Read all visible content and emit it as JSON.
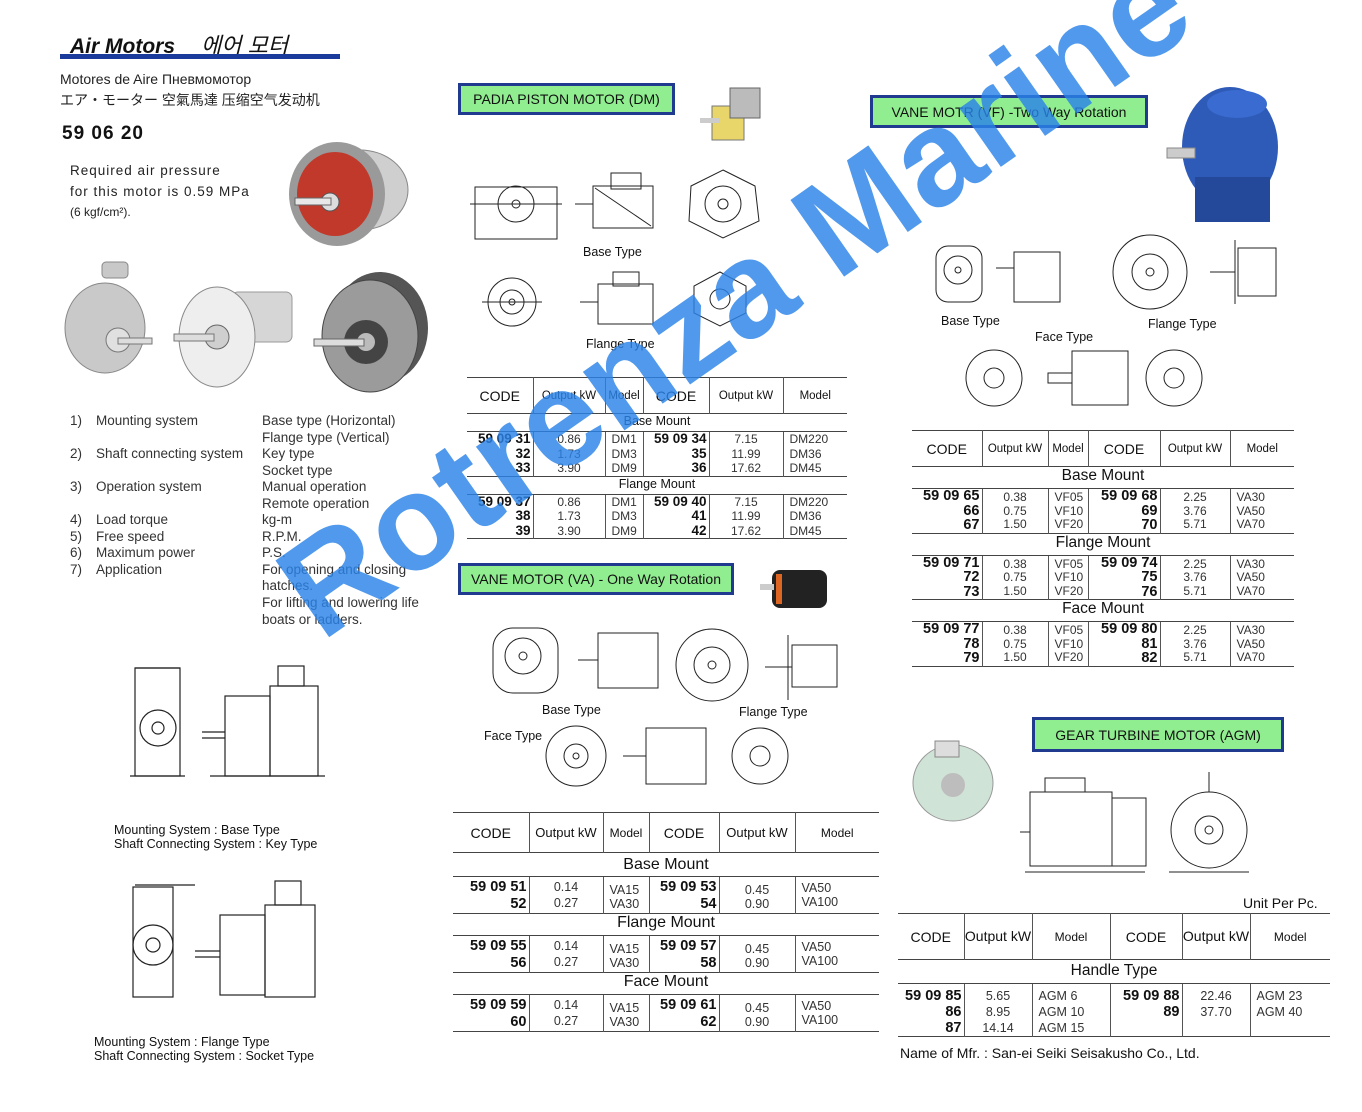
{
  "header": {
    "title_en": "Air Motors",
    "title_ko": "에어 모터",
    "lang_line1": "Motores de Aire  Пневмомотор",
    "lang_line2": "エア・モーター   空氣馬達   压缩空气发动机",
    "category_code": "59 06 20"
  },
  "note": {
    "line1": "Required air pressure",
    "line2": "for this motor is 0.59 MPa",
    "line3": "(6 kgf/cm²)."
  },
  "specs": [
    {
      "num": "1)",
      "label": "Mounting system",
      "values": [
        "Base type (Horizontal)",
        "Flange type (Vertical)"
      ]
    },
    {
      "num": "2)",
      "label": "Shaft connecting system",
      "values": [
        "Key type",
        "Socket type"
      ]
    },
    {
      "num": "3)",
      "label": "Operation system",
      "values": [
        "Manual operation",
        "Remote operation"
      ]
    },
    {
      "num": "4)",
      "label": "Load torque",
      "values": [
        "kg-m"
      ]
    },
    {
      "num": "5)",
      "label": "Free speed",
      "values": [
        "R.P.M."
      ]
    },
    {
      "num": "6)",
      "label": "Maximum power",
      "values": [
        "P.S."
      ]
    },
    {
      "num": "7)",
      "label": "Application",
      "values": [
        "For opening and closing",
        "hatches.",
        "For lifting and lowering life",
        "boats or ladders."
      ]
    }
  ],
  "captions": {
    "base": {
      "line1": "Mounting System : Base Type",
      "line2": "Shaft Connecting System : Key Type"
    },
    "flange": {
      "line1": "Mounting System : Flange Type",
      "line2": "Shaft Connecting System : Socket Type"
    }
  },
  "dm": {
    "banner": "PADIA PISTON MOTOR (DM)",
    "labels": {
      "base": "Base Type",
      "flange": "Flange Type"
    },
    "headers": [
      "CODE",
      "Output kW",
      "Model",
      "CODE",
      "Output kW",
      "Model"
    ],
    "groups": [
      {
        "name": "Base Mount",
        "left": {
          "codes": [
            "59 09 31",
            "32",
            "33"
          ],
          "outputs": [
            "0.86",
            "1.73",
            "3.90"
          ],
          "models": [
            "DM1",
            "DM3",
            "DM9"
          ]
        },
        "right": {
          "codes": [
            "59 09 34",
            "35",
            "36"
          ],
          "outputs": [
            "7.15",
            "11.99",
            "17.62"
          ],
          "models": [
            "DM220",
            "DM36",
            "DM45"
          ]
        }
      },
      {
        "name": "Flange Mount",
        "left": {
          "codes": [
            "59 09 37",
            "38",
            "39"
          ],
          "outputs": [
            "0.86",
            "1.73",
            "3.90"
          ],
          "models": [
            "DM1",
            "DM3",
            "DM9"
          ]
        },
        "right": {
          "codes": [
            "59 09 40",
            "41",
            "42"
          ],
          "outputs": [
            "7.15",
            "11.99",
            "17.62"
          ],
          "models": [
            "DM220",
            "DM36",
            "DM45"
          ]
        }
      }
    ]
  },
  "va": {
    "banner": "VANE MOTOR (VA) - One Way Rotation",
    "labels": {
      "base": "Base Type",
      "flange": "Flange Type",
      "face": "Face Type"
    },
    "headers": [
      "CODE",
      "Output kW",
      "Model",
      "CODE",
      "Output kW",
      "Model"
    ],
    "groups": [
      {
        "name": "Base Mount",
        "left": {
          "codes": [
            "59 09 51",
            "52"
          ],
          "outputs": [
            "0.14",
            "0.27"
          ],
          "models": [
            "VA15",
            "VA30"
          ]
        },
        "right": {
          "codes": [
            "59 09 53",
            "54"
          ],
          "outputs": [
            "0.45",
            "0.90"
          ],
          "models": [
            "VA50",
            "VA100"
          ]
        }
      },
      {
        "name": "Flange Mount",
        "left": {
          "codes": [
            "59 09 55",
            "56"
          ],
          "outputs": [
            "0.14",
            "0.27"
          ],
          "models": [
            "VA15",
            "VA30"
          ]
        },
        "right": {
          "codes": [
            "59 09 57",
            "58"
          ],
          "outputs": [
            "0.45",
            "0.90"
          ],
          "models": [
            "VA50",
            "VA100"
          ]
        }
      },
      {
        "name": "Face Mount",
        "left": {
          "codes": [
            "59 09 59",
            "60"
          ],
          "outputs": [
            "0.14",
            "0.27"
          ],
          "models": [
            "VA15",
            "VA30"
          ]
        },
        "right": {
          "codes": [
            "59 09 61",
            "62"
          ],
          "outputs": [
            "0.45",
            "0.90"
          ],
          "models": [
            "VA50",
            "VA100"
          ]
        }
      }
    ]
  },
  "vf": {
    "banner": "VANE MOTR (VF) -Two Way Rotation",
    "labels": {
      "base": "Base Type",
      "face": "Face Type",
      "flange": "Flange Type"
    },
    "headers": [
      "CODE",
      "Output kW",
      "Model",
      "CODE",
      "Output kW",
      "Model"
    ],
    "groups": [
      {
        "name": "Base Mount",
        "left": {
          "codes": [
            "59 09 65",
            "66",
            "67"
          ],
          "outputs": [
            "0.38",
            "0.75",
            "1.50"
          ],
          "models": [
            "VF05",
            "VF10",
            "VF20"
          ]
        },
        "right": {
          "codes": [
            "59 09 68",
            "69",
            "70"
          ],
          "outputs": [
            "2.25",
            "3.76",
            "5.71"
          ],
          "models": [
            "VA30",
            "VA50",
            "VA70"
          ]
        }
      },
      {
        "name": "Flange Mount",
        "left": {
          "codes": [
            "59 09 71",
            "72",
            "73"
          ],
          "outputs": [
            "0.38",
            "0.75",
            "1.50"
          ],
          "models": [
            "VF05",
            "VF10",
            "VF20"
          ]
        },
        "right": {
          "codes": [
            "59 09 74",
            "75",
            "76"
          ],
          "outputs": [
            "2.25",
            "3.76",
            "5.71"
          ],
          "models": [
            "VA30",
            "VA50",
            "VA70"
          ]
        }
      },
      {
        "name": "Face Mount",
        "left": {
          "codes": [
            "59 09 77",
            "78",
            "79"
          ],
          "outputs": [
            "0.38",
            "0.75",
            "1.50"
          ],
          "models": [
            "VF05",
            "VF10",
            "VF20"
          ]
        },
        "right": {
          "codes": [
            "59 09 80",
            "81",
            "82"
          ],
          "outputs": [
            "2.25",
            "3.76",
            "5.71"
          ],
          "models": [
            "VA30",
            "VA50",
            "VA70"
          ]
        }
      }
    ]
  },
  "agm": {
    "banner": "GEAR TURBINE MOTOR (AGM)",
    "unit_note": "Unit Per Pc.",
    "headers": [
      "CODE",
      "Output kW",
      "Model",
      "CODE",
      "Output kW",
      "Model"
    ],
    "groups": [
      {
        "name": "Handle Type",
        "left": {
          "codes": [
            "59 09 85",
            "86",
            "87"
          ],
          "outputs": [
            "5.65",
            "8.95",
            "14.14"
          ],
          "models": [
            "AGM 6",
            "AGM 10",
            "AGM 15"
          ]
        },
        "right": {
          "codes": [
            "59 09 88",
            "89"
          ],
          "outputs": [
            "22.46",
            "37.70"
          ],
          "models": [
            "AGM 23",
            "AGM 40"
          ]
        }
      }
    ],
    "manufacturer": "Name of Mfr. : San-ei Seiki Seisakusho Co., Ltd."
  },
  "watermark": "Rotrenza Marine",
  "colors": {
    "banner_bg": "#90ee90",
    "banner_border": "#1f3a8f",
    "title_rule": "#1a3a9c",
    "watermark": "#2a82e8"
  }
}
